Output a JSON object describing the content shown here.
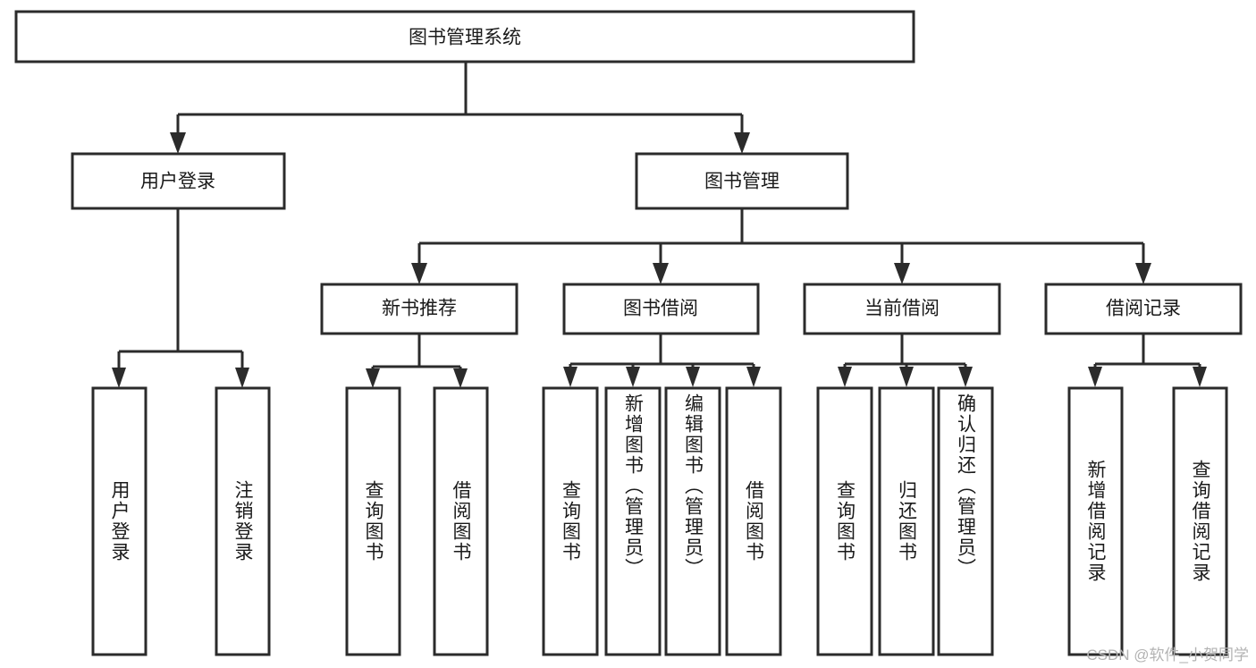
{
  "diagram": {
    "type": "tree-hierarchy-chart",
    "title": "图书管理系统",
    "colors": {
      "background": "#ffffff",
      "box_fill": "#ffffff",
      "box_stroke": "#2b2b2b",
      "text": "#1a1a1a",
      "watermark": "#b3b3b3"
    },
    "root": {
      "id": "root",
      "label": "图书管理系统",
      "orientation": "horizontal"
    },
    "level2": [
      {
        "id": "user-login",
        "label": "用户登录",
        "orientation": "horizontal"
      },
      {
        "id": "book-management",
        "label": "图书管理",
        "orientation": "horizontal"
      }
    ],
    "level3": [
      {
        "id": "new-book-recommend",
        "label": "新书推荐",
        "parent": "book-management",
        "orientation": "horizontal"
      },
      {
        "id": "book-borrow",
        "label": "图书借阅",
        "parent": "book-management",
        "orientation": "horizontal"
      },
      {
        "id": "current-borrow",
        "label": "当前借阅",
        "parent": "book-management",
        "orientation": "horizontal"
      },
      {
        "id": "borrow-records",
        "label": "借阅记录",
        "parent": "book-management",
        "orientation": "horizontal"
      }
    ],
    "leaves": [
      {
        "id": "leaf-user-login",
        "label": "用户登录",
        "parent": "user-login",
        "orientation": "vertical"
      },
      {
        "id": "leaf-logout",
        "label": "注销登录",
        "parent": "user-login",
        "orientation": "vertical"
      },
      {
        "id": "leaf-query-book-rec",
        "label": "查询图书",
        "parent": "new-book-recommend",
        "orientation": "vertical"
      },
      {
        "id": "leaf-borrow-book-rec",
        "label": "借阅图书",
        "parent": "new-book-recommend",
        "orientation": "vertical"
      },
      {
        "id": "leaf-query-book-borrow",
        "label": "查询图书",
        "parent": "book-borrow",
        "orientation": "vertical"
      },
      {
        "id": "leaf-add-book-admin",
        "label": "新增图书（管理员）",
        "parent": "book-borrow",
        "orientation": "vertical"
      },
      {
        "id": "leaf-edit-book-admin",
        "label": "编辑图书（管理员）",
        "parent": "book-borrow",
        "orientation": "vertical"
      },
      {
        "id": "leaf-borrow-book",
        "label": "借阅图书",
        "parent": "book-borrow",
        "orientation": "vertical"
      },
      {
        "id": "leaf-query-book-current",
        "label": "查询图书",
        "parent": "current-borrow",
        "orientation": "vertical"
      },
      {
        "id": "leaf-return-book",
        "label": "归还图书",
        "parent": "current-borrow",
        "orientation": "vertical"
      },
      {
        "id": "leaf-confirm-return-admin",
        "label": "确认归还（管理员）",
        "parent": "current-borrow",
        "orientation": "vertical"
      },
      {
        "id": "leaf-add-borrow-record",
        "label": "新增借阅记录",
        "parent": "borrow-records",
        "orientation": "vertical"
      },
      {
        "id": "leaf-query-borrow-record",
        "label": "查询借阅记录",
        "parent": "borrow-records",
        "orientation": "vertical"
      }
    ],
    "watermark": "CSDN @软件_小贺同学"
  }
}
